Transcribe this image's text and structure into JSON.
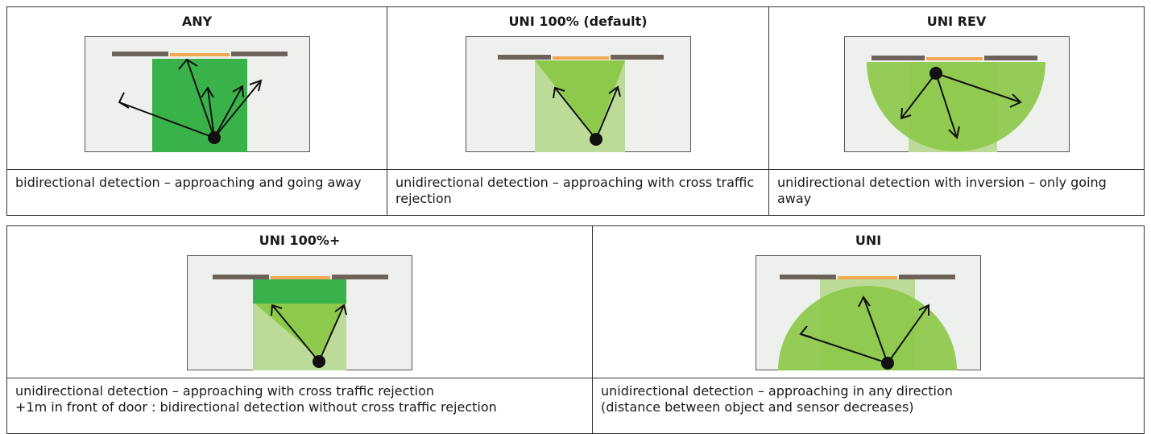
{
  "panels_top": [
    {
      "title": "ANY",
      "description": "bidirectional detection – approaching and going away",
      "diagram": "any"
    },
    {
      "title": "UNI 100% (default)",
      "description": "unidirectional detection – approaching with cross traffic rejection",
      "diagram": "uni100"
    },
    {
      "title": "UNI REV",
      "description": "unidirectional detection with inversion – only going away",
      "diagram": "unirev"
    }
  ],
  "panels_bottom": [
    {
      "title": "UNI 100%+",
      "description_line1": "unidirectional detection – approaching with cross traffic rejection",
      "description_line2": "+1m in front of door : bidirectional detection without cross traffic rejection",
      "diagram": "uni100plus"
    },
    {
      "title": "UNI",
      "description_line1": "unidirectional detection – approaching in any direction",
      "description_line2": "(distance between object and sensor decreases)",
      "diagram": "uni"
    }
  ],
  "colors": {
    "background": "#eef0ee",
    "wall": "#6d6259",
    "door": "#f0a854",
    "field_dark": "#3ab24a",
    "field_mid": "#8dc94b",
    "field_light": "#bcdb98",
    "arrow": "#111111",
    "border": "#333333"
  }
}
